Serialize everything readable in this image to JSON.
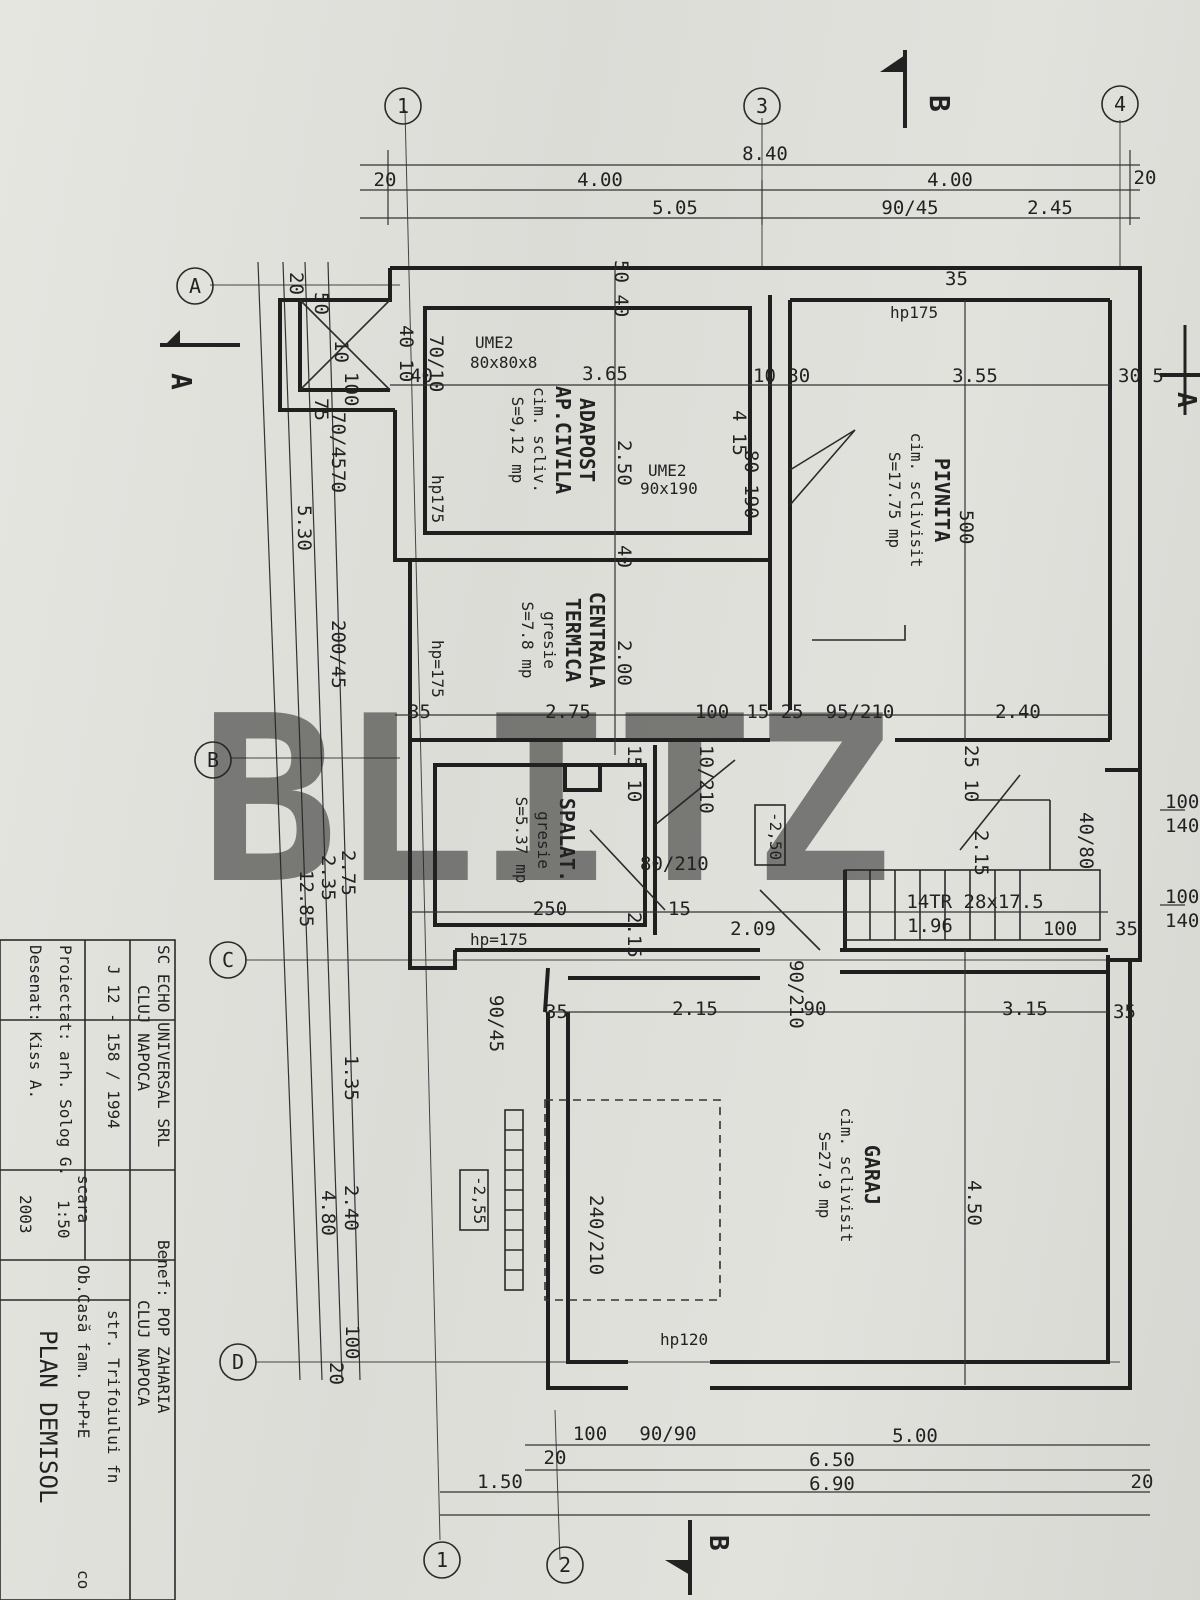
{
  "axes": {
    "top": [
      "1",
      "3",
      "4"
    ],
    "bottom": [
      "1",
      "2"
    ],
    "left": [
      "A",
      "B",
      "C",
      "D"
    ]
  },
  "section_marks": {
    "a": "A",
    "b": "B"
  },
  "dims_top": {
    "d840": "8.40",
    "d20a": "20",
    "d400a": "4.00",
    "d400b": "4.00",
    "d20b": "20",
    "d505": "5.05",
    "d9045": "90/45",
    "d245": "2.45"
  },
  "dims_bottom": {
    "d100": "100",
    "d9090": "90/90",
    "d500": "5.00",
    "d20a": "20",
    "d650": "6.50",
    "d150": "1.50",
    "d690": "6.90",
    "d20b": "20"
  },
  "dims_left": {
    "d20": "20",
    "d50": "50",
    "d10": "10",
    "d100": "100",
    "d75": "75",
    "d7045": "70/45",
    "d70": "70",
    "d20045": "200/45",
    "d530": "5.30",
    "d275": "2.75",
    "d235": "2.35",
    "d1285": "12.85",
    "d135": "1.35",
    "d240": "2.40",
    "d480": "4.80",
    "d100b": "100",
    "d20b": "20"
  },
  "dims_right": {
    "d100a": "100",
    "d140a": "140",
    "d100b": "100",
    "d140b": "140",
    "d4080": "40/80"
  },
  "dims_inner": {
    "d365": "3.65",
    "d355": "3.55",
    "d40a": "40",
    "d40b": "40",
    "d1030": "10 30",
    "d305": "30 5",
    "d35a": "35",
    "d5040": "50 40",
    "d250": "2.50",
    "d500": "500",
    "d200": "2.00",
    "d275": "2.75",
    "d100": "100",
    "d1525": "15 25",
    "d95210": "95/210",
    "d240": "2.40",
    "d35b": "35",
    "d2510": "25 10",
    "d80210": "80/210",
    "d250b": "250",
    "d215": "2.15",
    "d15": "15",
    "d209": "2.09",
    "d90210": "90/210",
    "d14tr": "14TR 28x17.5",
    "d196": "1.96",
    "d100b": "100",
    "d35c": "35",
    "d9045": "90/45",
    "d215b": "2.15",
    "d90": "90",
    "d315": "3.15",
    "d35d": "35",
    "d450": "4.50",
    "d240210": "240/210",
    "d35e": "35",
    "d4010": "40 10",
    "d7010": "70/10",
    "d8019": "80 190",
    "d4015": "4 15",
    "d10210": "10/210",
    "d1510": "15 10",
    "d215c": "2.15"
  },
  "rooms": {
    "adapost": {
      "name1": "ADAPOST",
      "name2": "AP.CIVILA",
      "finish": "cim. scliv.",
      "area": "S=9,12 mp"
    },
    "pivnita": {
      "name": "PIVNITA",
      "finish": "cim. sclivisit",
      "area": "S=17.75 mp"
    },
    "centrala": {
      "name1": "CENTRALA",
      "name2": "TERMICA",
      "finish": "gresie",
      "area": "S=7.8 mp"
    },
    "spalat": {
      "name": "SPALAT.",
      "finish": "gresie",
      "area": "S=5.37 mp"
    },
    "garaj": {
      "name": "GARAJ",
      "finish": "cim. sclivisit",
      "area": "S=27.9 mp"
    }
  },
  "annotations": {
    "ume2a": "UME2",
    "ume2a_size": "80x80x8",
    "ume2b": "UME2",
    "ume2b_size": "90x190",
    "hp175a": "hp175",
    "hp175b": "hp175",
    "hp175c": "hp=175",
    "hp175d": "hp=175",
    "hp120": "hp120",
    "level1": "-2,50",
    "level2": "-2,55"
  },
  "watermark": "BLITZ",
  "title_block": {
    "company": "SC ECHO UNIVERSAL SRL",
    "city": "CLUJ NAPOCA",
    "project_no": "J 12 - 158 / 1994",
    "proiectat": "Proiectat: arh. Solog G.",
    "desenat": "Desenat: Kiss A.",
    "benef": "Benef: POP ZAHARIA",
    "benef_city": "CLUJ NAPOCA",
    "street": "str. Trifoiului  fn",
    "scara_label": "scara",
    "scale": "1:50",
    "year": "2003",
    "obiect": "Ob.Casă fam. D+P+E",
    "co": "co",
    "plan_title": "PLAN DEMISOL"
  }
}
